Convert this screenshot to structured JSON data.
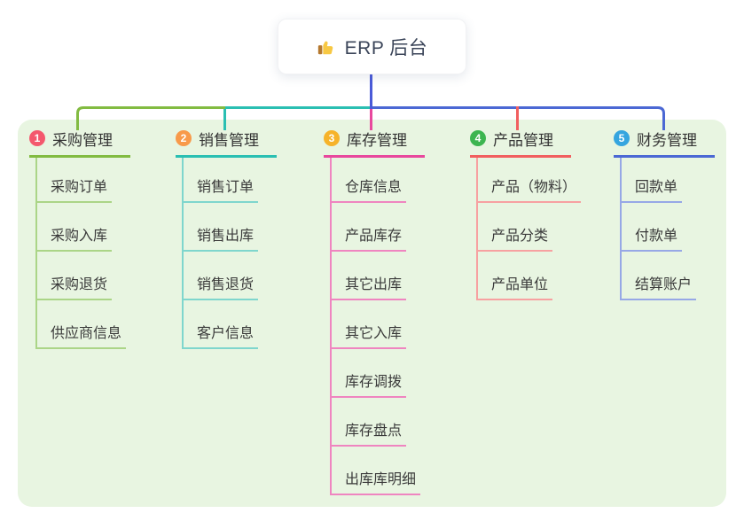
{
  "root": {
    "label": "ERP 后台",
    "icon": "thumbs-up",
    "icon_colors": {
      "hand": "#f7c843",
      "cuff": "#b5782d"
    },
    "line_color": "#4a5ad8",
    "background": "#ffffff",
    "text_color": "#3b4559"
  },
  "panel": {
    "background": "#e8f5e1"
  },
  "branches": [
    {
      "number": "1",
      "title": "采购管理",
      "badge_color": "#f4586d",
      "line_color": "#82bb41",
      "child_line_color": "#abd587",
      "children": [
        "采购订单",
        "采购入库",
        "采购退货",
        "供应商信息"
      ]
    },
    {
      "number": "2",
      "title": "销售管理",
      "badge_color": "#f89a4a",
      "line_color": "#2abfb2",
      "child_line_color": "#7fd6cd",
      "children": [
        "销售订单",
        "销售出库",
        "销售退货",
        "客户信息"
      ]
    },
    {
      "number": "3",
      "title": "库存管理",
      "badge_color": "#f6b32a",
      "line_color": "#e8489d",
      "child_line_color": "#ef85c0",
      "children": [
        "仓库信息",
        "产品库存",
        "其它出库",
        "其它入库",
        "库存调拨",
        "库存盘点",
        "出库库明细"
      ]
    },
    {
      "number": "4",
      "title": "产品管理",
      "badge_color": "#3cb550",
      "line_color": "#f15f5f",
      "child_line_color": "#f7a1a1",
      "children": [
        "产品（物料）",
        "产品分类",
        "产品单位"
      ]
    },
    {
      "number": "5",
      "title": "财务管理",
      "badge_color": "#35a5df",
      "line_color": "#4b68d4",
      "child_line_color": "#97a8e6",
      "children": [
        "回款单",
        "付款单",
        "结算账户"
      ]
    }
  ]
}
